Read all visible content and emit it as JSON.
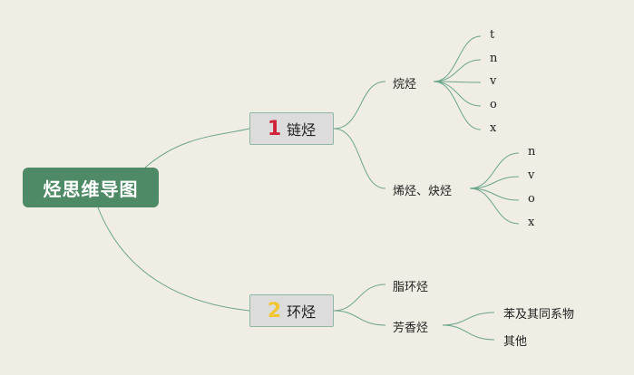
{
  "root": {
    "label": "烃思维导图"
  },
  "branches": [
    {
      "number": "1",
      "number_color": "#d0233a",
      "label": "链烃",
      "children": [
        {
          "label": "烷烃",
          "leaves": [
            "t",
            "n",
            "v",
            "o",
            "x"
          ]
        },
        {
          "label": "烯烃、炔烃",
          "leaves": [
            "n",
            "v",
            "o",
            "x"
          ]
        }
      ]
    },
    {
      "number": "2",
      "number_color": "#f2c531",
      "label": "环烃",
      "children": [
        {
          "label": "脂环烃",
          "leaves": []
        },
        {
          "label": "芳香烃",
          "leaves": [
            "苯及其同系物",
            "其他"
          ]
        }
      ]
    }
  ],
  "colors": {
    "connector": "#6aa58a",
    "root_fill": "#4f8a66",
    "background": "#f0ede4"
  }
}
